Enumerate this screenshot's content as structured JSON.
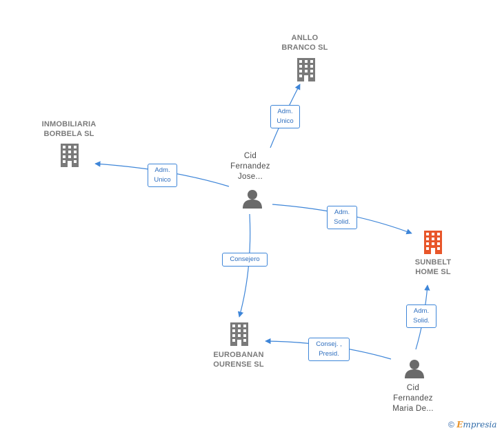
{
  "nodes": {
    "anllo": {
      "lines": [
        "ANLLO",
        "BRANCO SL"
      ],
      "icon": "building-icon"
    },
    "inmobiliaria": {
      "lines": [
        "INMOBILIARIA",
        "BORBELA SL"
      ],
      "icon": "building-icon"
    },
    "sunbelt": {
      "lines": [
        "SUNBELT",
        "HOME  SL"
      ],
      "icon": "building-icon",
      "color": "#e8562a"
    },
    "eurobanan": {
      "lines": [
        "EUROBANAN",
        "OURENSE  SL"
      ],
      "icon": "building-icon"
    },
    "cid_jose": {
      "lines": [
        "Cid",
        "Fernandez",
        "Jose..."
      ],
      "icon": "person-icon"
    },
    "cid_maria": {
      "lines": [
        "Cid",
        "Fernandez",
        "Maria De..."
      ],
      "icon": "person-icon"
    }
  },
  "edges": [
    {
      "id": "e1",
      "lines": [
        "Adm.",
        "Unico"
      ]
    },
    {
      "id": "e2",
      "lines": [
        "Adm.",
        "Unico"
      ]
    },
    {
      "id": "e3",
      "lines": [
        "Adm.",
        "Solid."
      ]
    },
    {
      "id": "e4",
      "lines": [
        "Consejero"
      ]
    },
    {
      "id": "e5",
      "lines": [
        "Adm.",
        "Solid."
      ]
    },
    {
      "id": "e6",
      "lines": [
        "Consej. ,",
        "Presid."
      ]
    }
  ],
  "footer": {
    "copyright": "©",
    "brand_initial": "E",
    "brand_rest": "mpresia"
  },
  "colors": {
    "edge": "#3d85d8",
    "building": "#7a7a7a",
    "highlight": "#e8562a",
    "person": "#6a6a6a"
  }
}
